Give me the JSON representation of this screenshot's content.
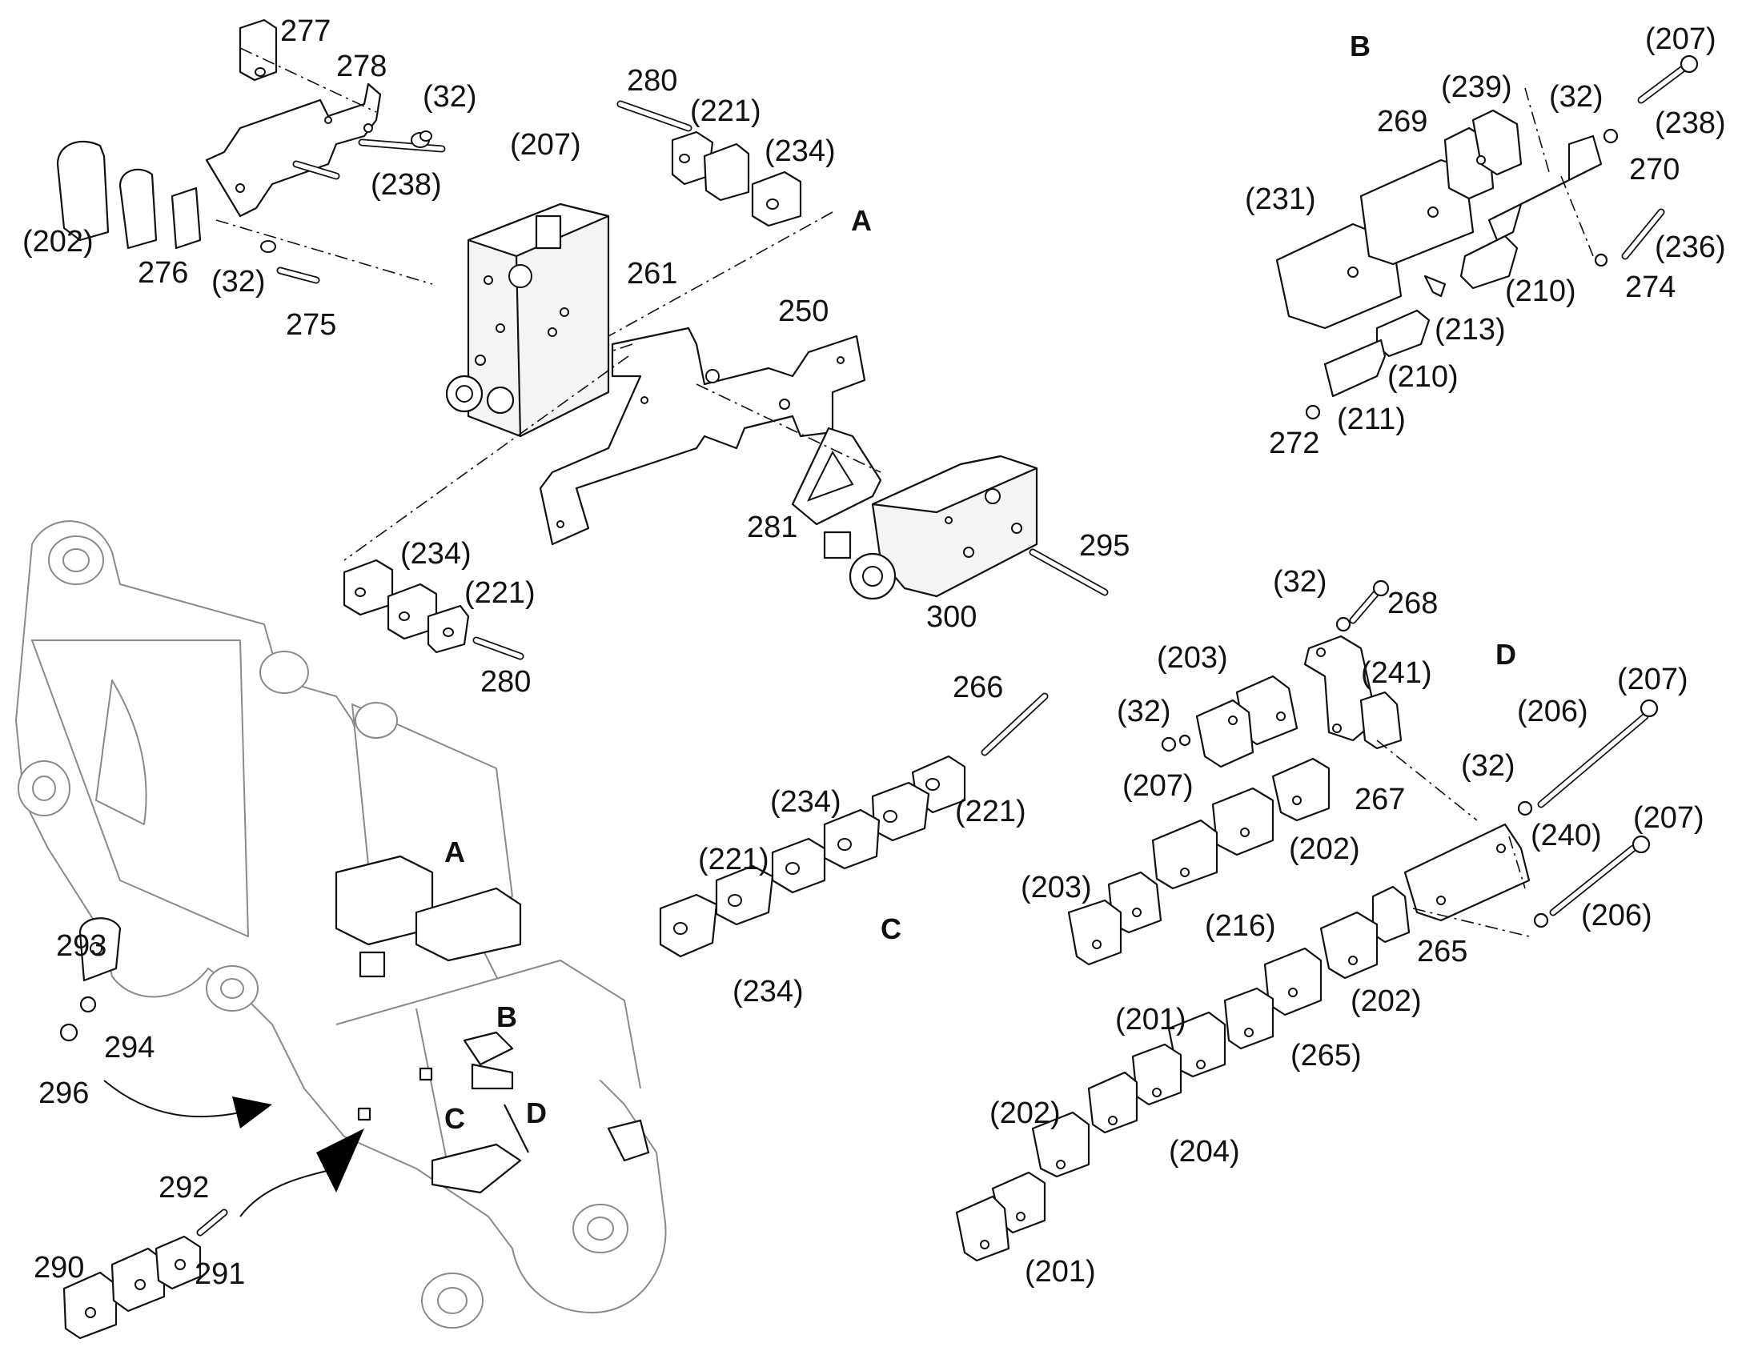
{
  "callouts": {
    "c277": "277",
    "c278": "278",
    "c32a": "(32)",
    "c207a": "(207)",
    "c238a": "(238)",
    "c202a": "(202)",
    "c276": "276",
    "c32b": "(32)",
    "c275": "275",
    "c280a": "280",
    "c221a": "(221)",
    "c234a": "(234)",
    "c261": "261",
    "c250": "250",
    "c281": "281",
    "c295": "295",
    "c300": "300",
    "c234b": "(234)",
    "c221b": "(221)",
    "c280b": "280",
    "c266": "266",
    "c234c": "(234)",
    "c221c": "(221)",
    "c221d": "(221)",
    "c234d": "(234)",
    "c293": "293",
    "c294": "294",
    "c296": "296",
    "c292": "292",
    "c290": "290",
    "c291": "291",
    "c207b": "(207)",
    "c239": "(239)",
    "c32c": "(32)",
    "c269": "269",
    "c238b": "(238)",
    "c231": "(231)",
    "c270": "270",
    "c236": "(236)",
    "c210a": "(210)",
    "c274": "274",
    "c213": "(213)",
    "c210b": "(210)",
    "c211": "(211)",
    "c272": "272",
    "c32d": "(32)",
    "c268": "268",
    "c203a": "(203)",
    "c241": "(241)",
    "c32e": "(32)",
    "c207c": "(207)",
    "c206a": "(206)",
    "c207d": "(207)",
    "c267": "267",
    "c32f": "(32)",
    "c202b": "(202)",
    "c240": "(240)",
    "c207e": "(207)",
    "c203b": "(203)",
    "c216": "(216)",
    "c206b": "(206)",
    "c265a": "265",
    "c201a": "(201)",
    "c202c": "(202)",
    "c265b": "(265)",
    "c202d": "(202)",
    "c204": "(204)",
    "c201b": "(201)"
  },
  "view_refs": {
    "a_detail": "A",
    "b_detail": "B",
    "c_detail": "C",
    "d_detail": "D",
    "a_boom": "A",
    "b_boom": "B",
    "c_boom": "C",
    "d_boom": "D"
  }
}
